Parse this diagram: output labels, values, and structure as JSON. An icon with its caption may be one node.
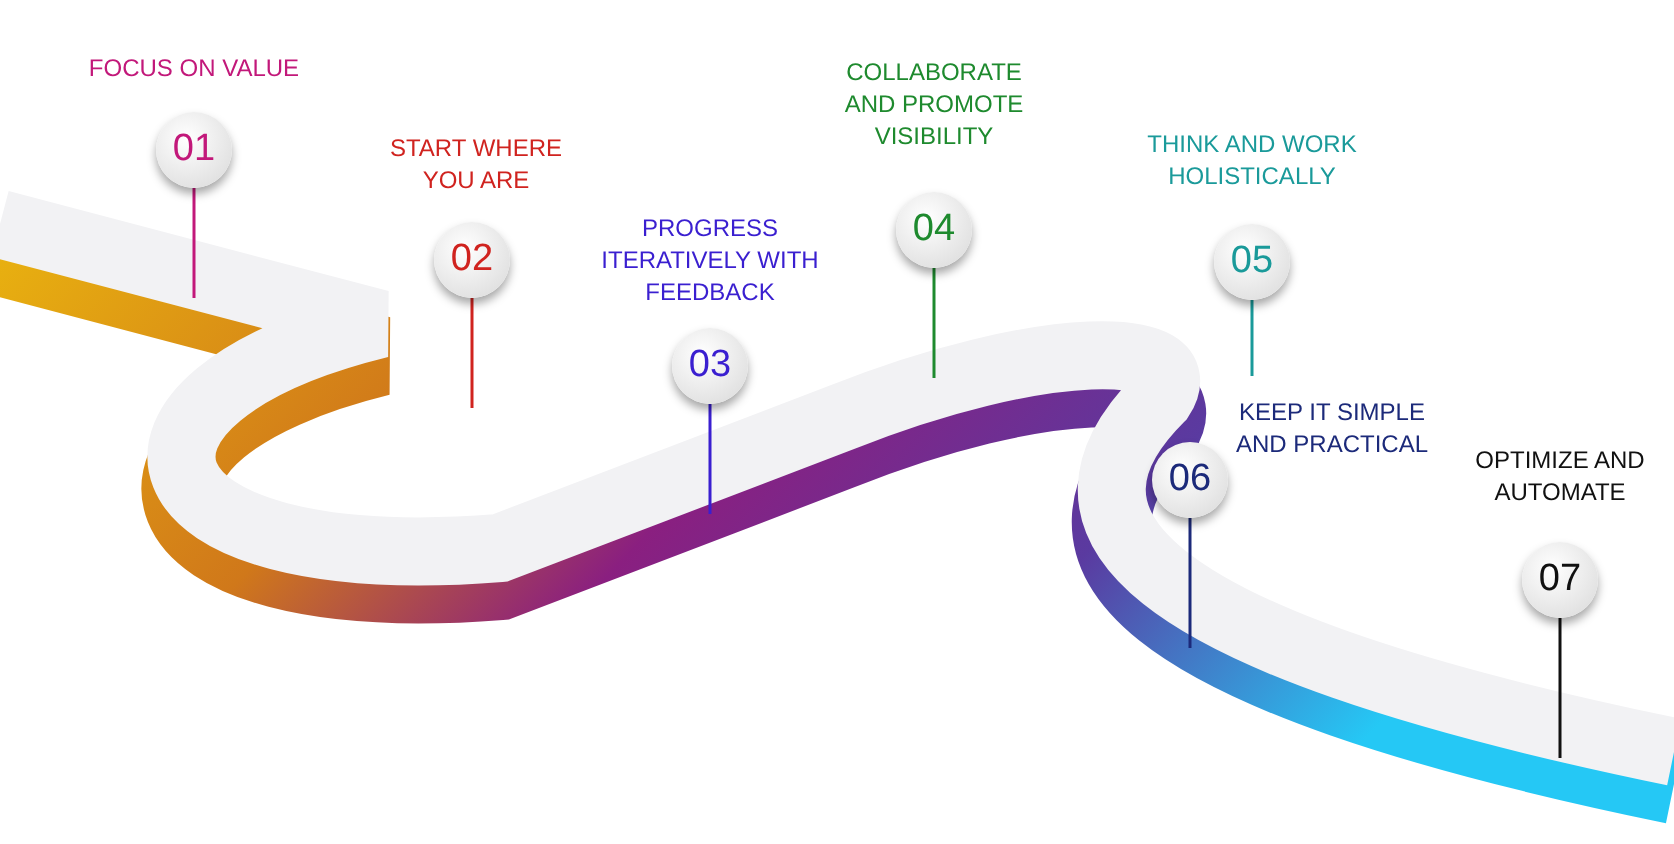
{
  "diagram": {
    "nodes": [
      {
        "text": [
          "01"
        ],
        "beside": [
          "FOCUS ON VALUE"
        ]
      },
      {
        "text": [
          "02"
        ],
        "beside": [
          "START WHERE YOU ARE"
        ]
      },
      {
        "text": [
          "03"
        ],
        "beside": [
          "PROGRESS ITERATIVELY WITH FEEDBACK"
        ]
      },
      {
        "text": [
          "04"
        ],
        "beside": [
          "COLLABORATE AND PROMOTE VISIBILITY"
        ]
      },
      {
        "text": [
          "05"
        ],
        "beside": [
          "THINK AND WORK HOLISTICALLY"
        ]
      },
      {
        "text": [
          "06"
        ],
        "beside": [
          "KEEP IT SIMPLE AND PRACTICAL"
        ]
      },
      {
        "text": [
          "07"
        ],
        "beside": [
          "OPTIMIZE AND AUTOMATE"
        ]
      }
    ]
  }
}
